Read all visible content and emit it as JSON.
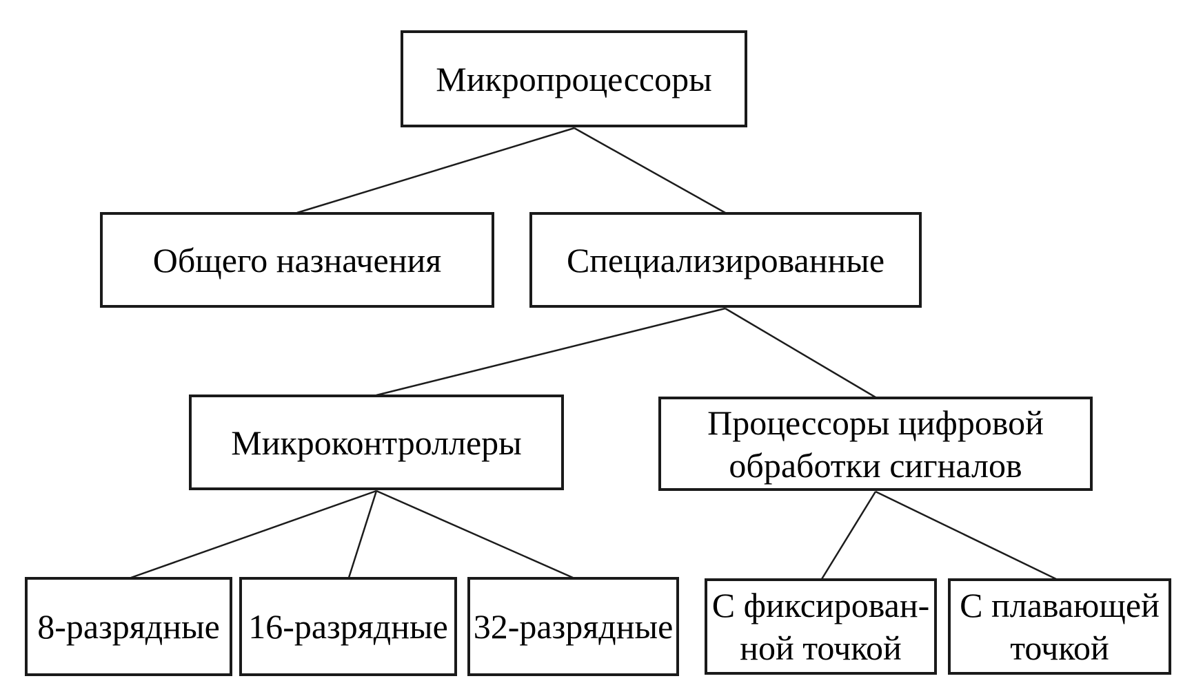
{
  "colors": {
    "background": "#ffffff",
    "box_border": "#1a1a1a",
    "text": "#000000",
    "connector_line": "#1c1c1c"
  },
  "diagram": {
    "type": "tree",
    "nodes": [
      {
        "id": "microprocessors",
        "label": "Микропроцессоры"
      },
      {
        "id": "general-purpose",
        "label": "Общего назначения"
      },
      {
        "id": "specialized",
        "label": "Специализированные"
      },
      {
        "id": "microcontrollers",
        "label": "Микроконтроллеры"
      },
      {
        "id": "dsp",
        "label": "Процессоры цифровой\nобработки сигналов"
      },
      {
        "id": "8-bit",
        "label": "8-разрядные"
      },
      {
        "id": "16-bit",
        "label": "16-разрядные"
      },
      {
        "id": "32-bit",
        "label": "32-разрядные"
      },
      {
        "id": "fixed-point",
        "label": "С фиксирован-\nной точкой"
      },
      {
        "id": "floating-point",
        "label": "С плавающей\nточкой"
      }
    ],
    "edges": [
      {
        "from": "microprocessors",
        "to": "general-purpose"
      },
      {
        "from": "microprocessors",
        "to": "specialized"
      },
      {
        "from": "specialized",
        "to": "microcontrollers"
      },
      {
        "from": "specialized",
        "to": "dsp"
      },
      {
        "from": "microcontrollers",
        "to": "8-bit"
      },
      {
        "from": "microcontrollers",
        "to": "16-bit"
      },
      {
        "from": "microcontrollers",
        "to": "32-bit"
      },
      {
        "from": "dsp",
        "to": "fixed-point"
      },
      {
        "from": "dsp",
        "to": "floating-point"
      }
    ]
  }
}
